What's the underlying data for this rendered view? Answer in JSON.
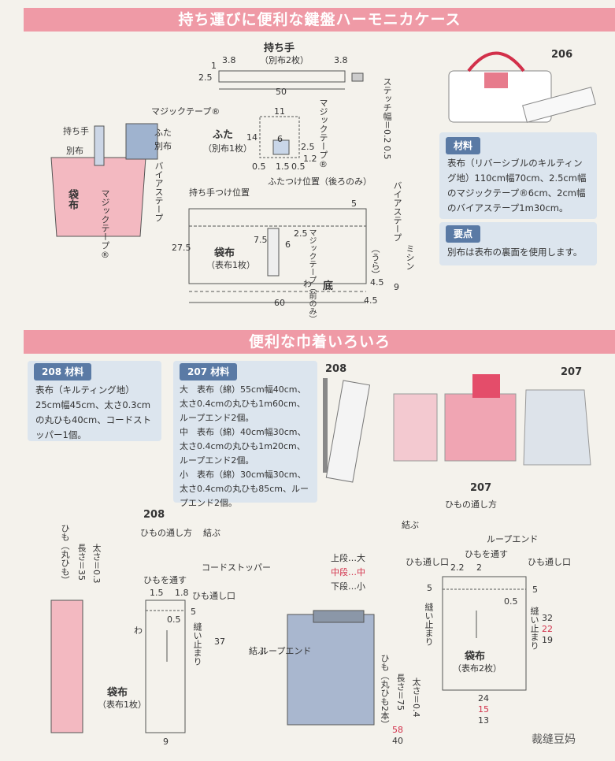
{
  "section1": {
    "title": "持ち運びに便利な鍵盤ハーモニカケース",
    "model_number": "206",
    "materials_tag": "材料",
    "materials_text": "表布（リバーシブルのキルティング地）110cm幅70cm、2.5cm幅のマジックテープ®6cm、2cm幅のバイアステープ1m30cm。",
    "points_tag": "要点",
    "points_text": "別布は表布の裏面を使用します。",
    "handle": {
      "title": "持ち手",
      "sub": "（別布2枚）",
      "w": "50",
      "m1": "3.8",
      "m2": "3.8",
      "h": "2.5",
      "s": "1"
    },
    "stitch_label": "ステッチ幅＝0.2 0.5",
    "lid": {
      "title": "ふた",
      "sub": "（別布1枚）",
      "w": "11",
      "h": "14",
      "n6": "6",
      "n25": "2.5",
      "n12": "1.2",
      "n05a": "0.5",
      "n15": "1.5",
      "n05b": "0.5",
      "magic": "マジックテープ®",
      "pos": "ふたつけ位置（後ろのみ）"
    },
    "body": {
      "title": "袋布",
      "sub": "（表布1枚）",
      "w": "60",
      "h": "27.5",
      "bottom": "底",
      "wa": "わ",
      "handle_pos": "持ち手つけ位置",
      "n5": "5",
      "n75": "7.5",
      "n6": "6",
      "n25": "2.5",
      "n45a": "4.5",
      "n45b": "4.5",
      "n9": "9",
      "magic": "マジックテープ（前のみ）",
      "bias": "バイアステープ",
      "ura": "（うら）",
      "mishin": "ミシン"
    },
    "illus": {
      "handle": "持ち手",
      "extra": "別布",
      "magic": "マジックテープ®",
      "lid": "ふた",
      "extra2": "別布",
      "bias": "バイアステープ",
      "bag": "袋布",
      "magic2": "マジックテープ®"
    }
  },
  "section2": {
    "title": "便利な巾着いろいろ",
    "m208": {
      "tag": "208 材料",
      "text": "表布（キルティング地）25cm幅45cm、太さ0.3cmの丸ひも40cm、コードストッパー1個。"
    },
    "m207": {
      "tag": "207 材料",
      "lines": [
        "大　表布（綿）55cm幅40cm、太さ0.4cmの丸ひも1m60cm、ループエンド2個。",
        "中　表布（綿）40cm幅30cm、太さ0.4cmの丸ひも1m20cm、ループエンド2個。",
        "小　表布（綿）30cm幅30cm、太さ0.4cmの丸ひも85cm、ループエンド2個。"
      ]
    },
    "photo_208": "208",
    "photo_207": "207",
    "d208": {
      "num": "208",
      "cord": "ひも（丸ひも）",
      "cord_len": "長さ＝35",
      "cord_thick": "太さ＝0.3",
      "thread": "ひもの通し方",
      "knot": "結ぶ",
      "stopper": "コードストッパー",
      "pass": "ひもを通す",
      "n15": "1.5",
      "n18": "1.8",
      "opening": "ひも通し口",
      "n05": "0.5",
      "n5": "5",
      "stop": "縫い止まり",
      "wa": "わ",
      "h": "37",
      "w": "9",
      "bag": "袋布",
      "sub": "（表布1枚）"
    },
    "sizes": {
      "large": "上段…大",
      "medium": "中段…中",
      "small": "下段…小"
    },
    "loop_end": "ループエンド",
    "knot2": "結ぶ",
    "d207": {
      "num": "207",
      "thread": "ひもの通し方",
      "knot": "結ぶ",
      "loop_end": "ループエンド",
      "opening_l": "ひも通し口",
      "opening_r": "ひも通し口",
      "pass": "ひもを通す",
      "n22": "2.2",
      "n2": "2",
      "n5a": "5",
      "n05": "0.5",
      "n5b": "5",
      "stop_l": "縫い止まり",
      "stop_r": "縫い止まり",
      "h1": "32",
      "h2": "22",
      "h3": "19",
      "w1": "24",
      "w2": "15",
      "w3": "13",
      "bag": "袋布",
      "sub": "（表布2枚）",
      "cord": "ひも（丸ひも2本）",
      "len": "長さ＝75",
      "len2": "58",
      "len3": "40",
      "thick": "太さ＝0.4"
    },
    "watermark": "裁缝豆妈"
  }
}
